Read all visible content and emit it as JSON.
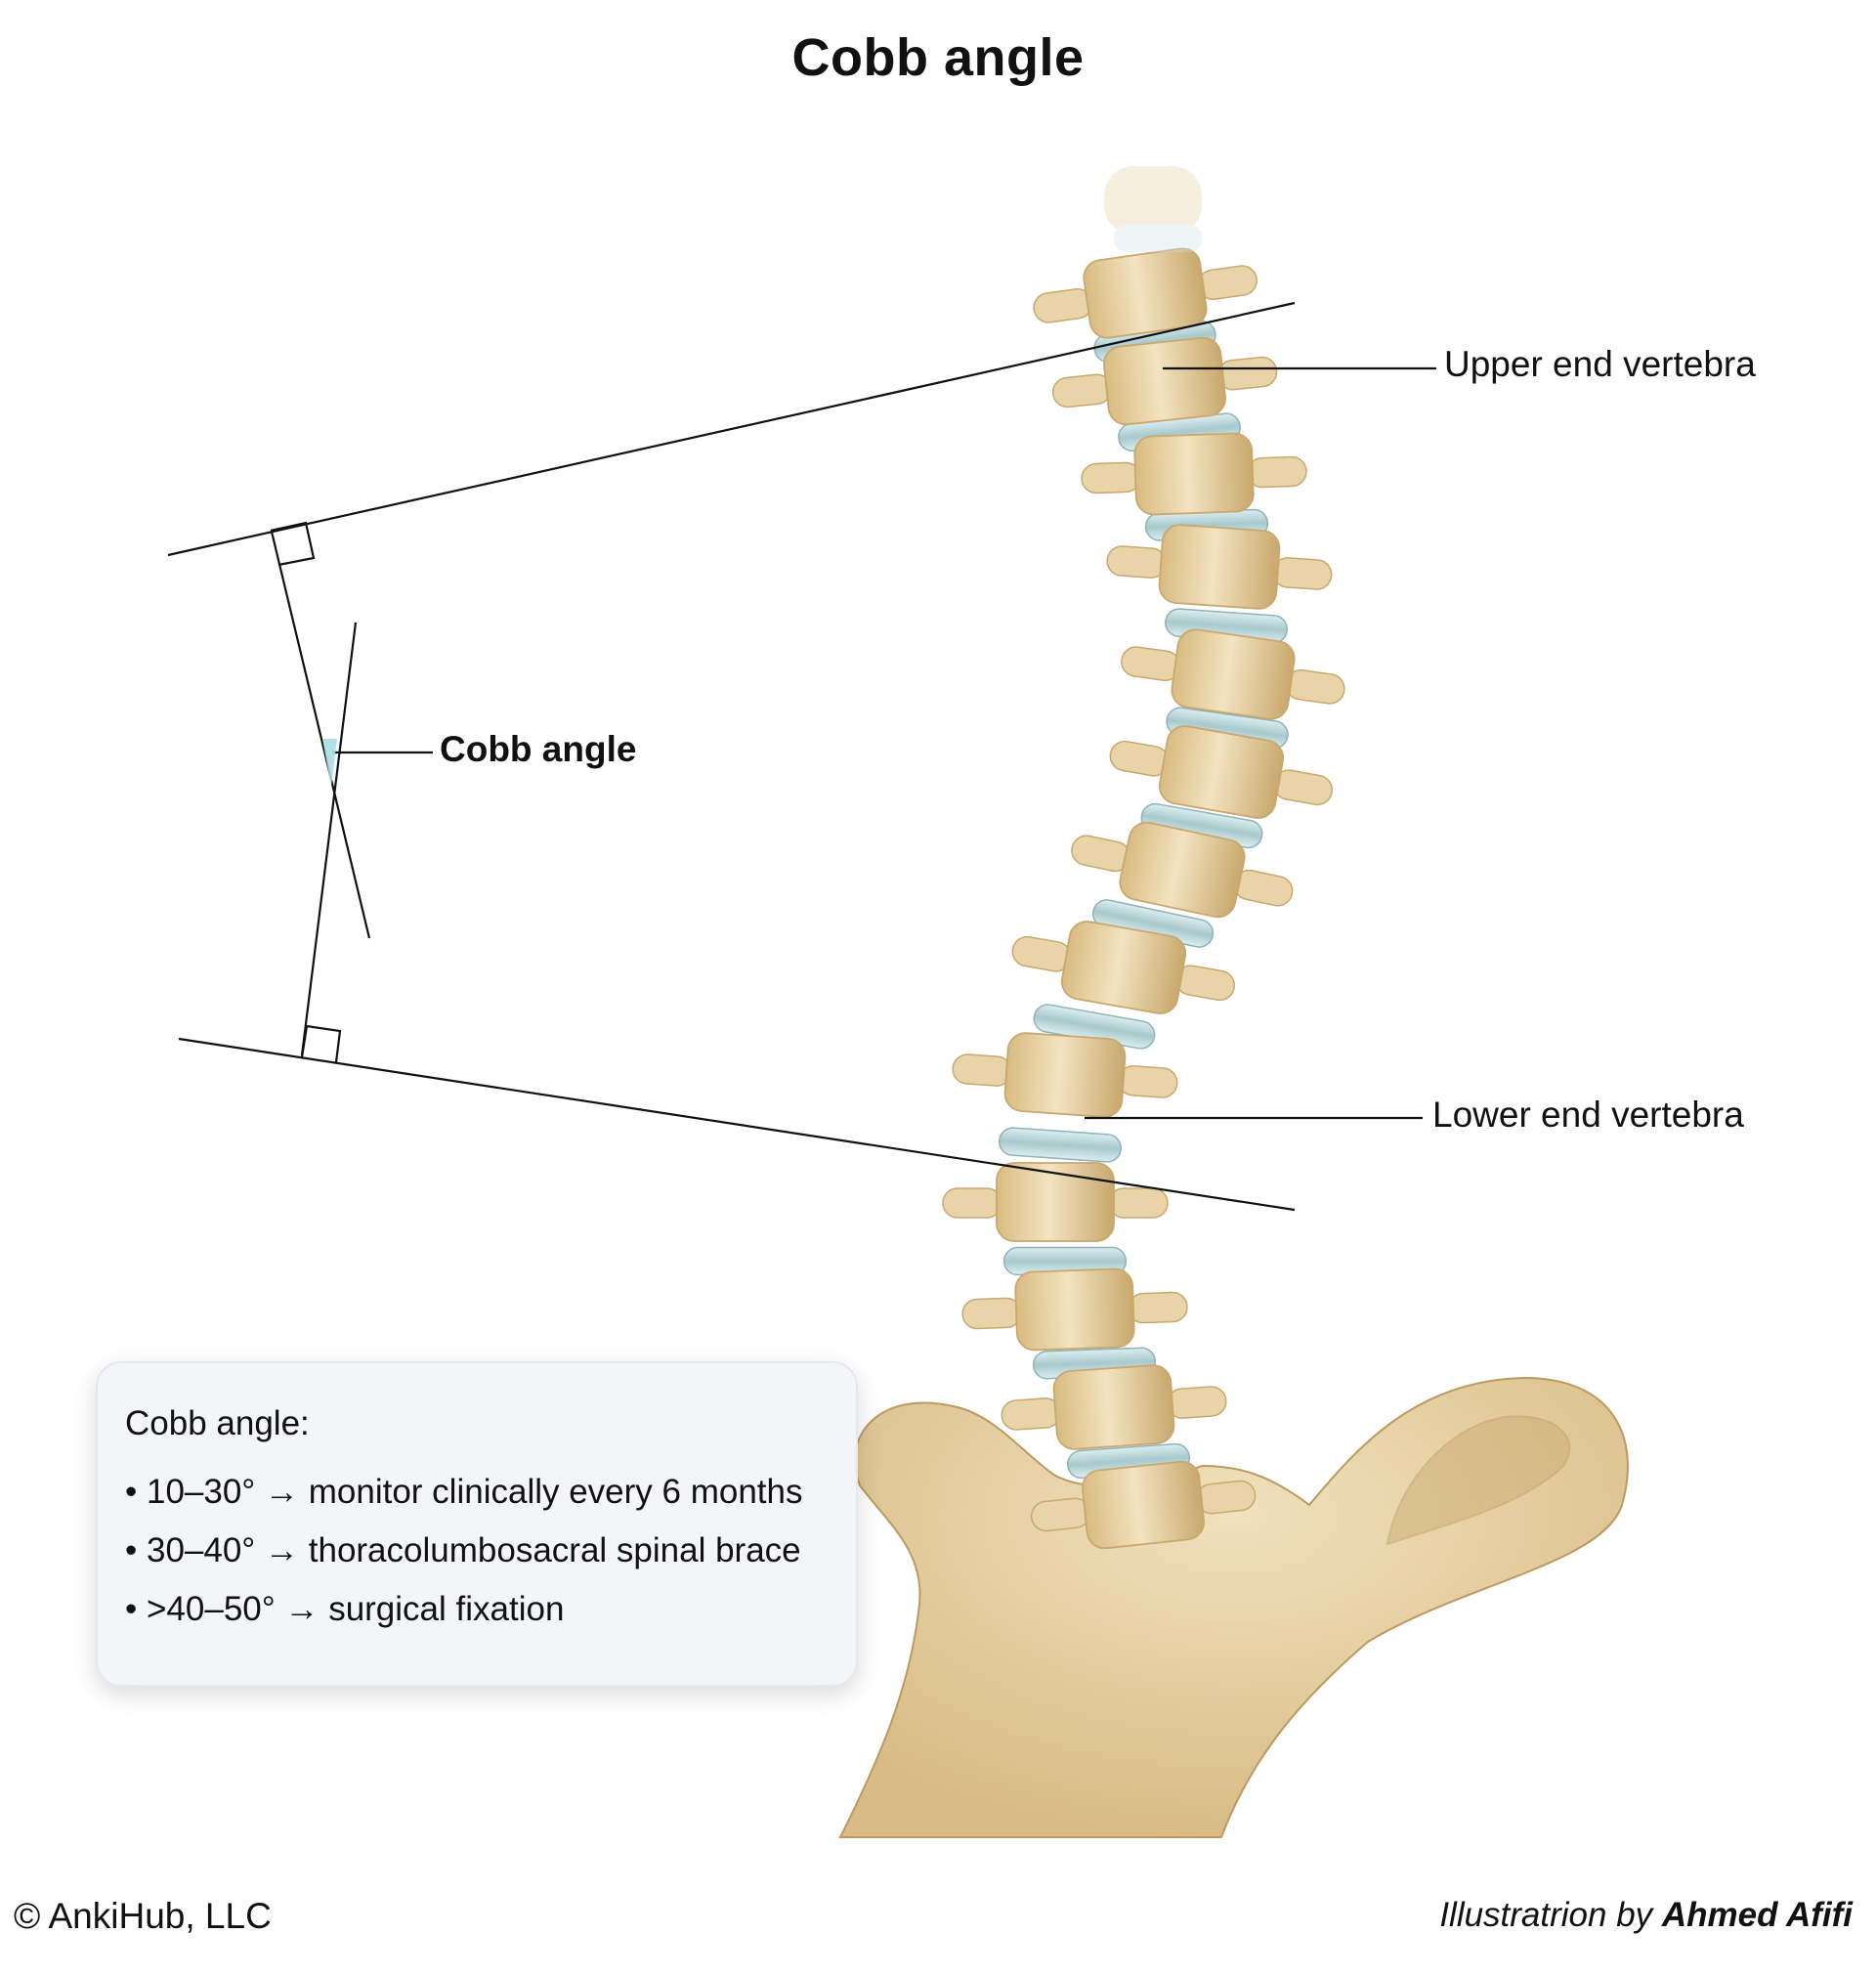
{
  "title": "Cobb angle",
  "labels": {
    "upper": "Upper end vertebra",
    "lower": "Lower end vertebra",
    "cobb": "Cobb angle"
  },
  "infobox": {
    "heading": "Cobb angle:",
    "items": [
      "• 10–30° → monitor clinically every 6 months",
      "• 30–40° → thoracolumbosacral spinal brace",
      "• >40–50° → surgical fixation"
    ]
  },
  "footer": {
    "copyright": "© AnkiHub, LLC",
    "credit_prefix": "Illustratrion by ",
    "credit_name": "Ahmed Afifi"
  },
  "colors": {
    "bone": "#e8d4a8",
    "bone_shadow": "#c9a86e",
    "disc": "#b6d3d6",
    "angle_fill": "#a9dde6",
    "line": "#111111"
  }
}
